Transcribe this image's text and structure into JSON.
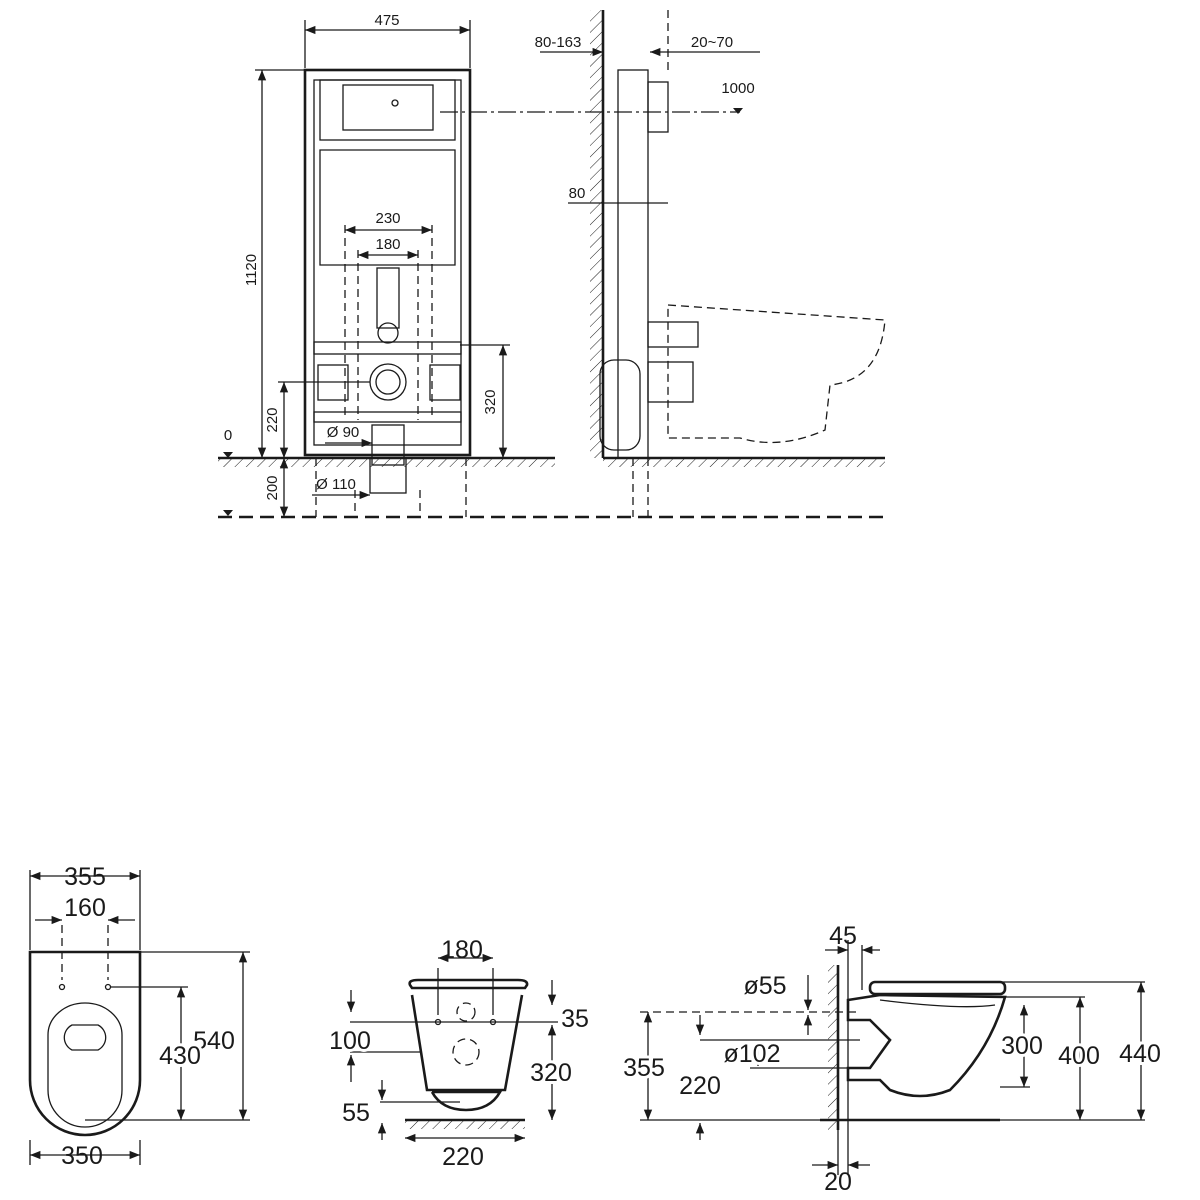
{
  "installation_frame": {
    "front_view": {
      "width": "475",
      "height": "1120",
      "outer_spacing": "230",
      "inner_spacing": "180",
      "outlet_height": "320",
      "drain_height": "220",
      "floor_level": "0",
      "pipe_diameter_small": "Ø 90",
      "pipe_diameter_large": "Ø 110",
      "below_floor_depth": "200"
    },
    "side_view": {
      "wall_depth_range": "80-163",
      "adjust_range": "20~70",
      "flush_height": "1000",
      "frame_depth": "80"
    }
  },
  "toilet_bowl": {
    "top_view": {
      "width_top": "355",
      "hole_spacing": "160",
      "length": "540",
      "hole_to_front": "430",
      "width_bottom": "350"
    },
    "back_view": {
      "hole_spacing": "180",
      "bolt_height": "100",
      "top_offset": "35",
      "outlet_height": "320",
      "bottom_offset": "55",
      "base_width": "220"
    },
    "side_view": {
      "inlet_offset": "45",
      "inlet_diameter": "ø55",
      "outlet_diameter": "ø102",
      "inlet_height": "355",
      "outlet_height": "220",
      "bowl_depth": "300",
      "rim_height": "400",
      "total_height": "440",
      "wall_gap": "20"
    }
  }
}
